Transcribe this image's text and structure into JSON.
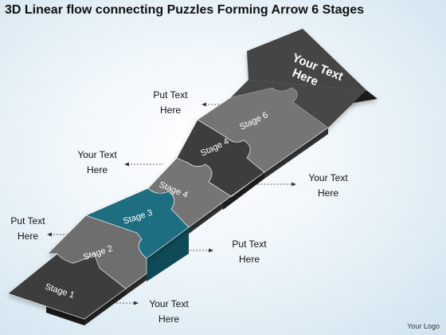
{
  "title": "3D Linear flow connecting Puzzles Forming Arrow 6 Stages",
  "arrow_head": {
    "line1": "Your Text",
    "line2": "Here"
  },
  "stages": [
    {
      "label": "Stage 1",
      "color": "#3d3d3d"
    },
    {
      "label": "Stage 2",
      "color": "#6e6e6e"
    },
    {
      "label": "Stage 3",
      "color": "#1f6e80"
    },
    {
      "label": "Stage 4",
      "color": "#747474"
    },
    {
      "label": "Stage 4",
      "color": "#3d3d3d"
    },
    {
      "label": "Stage 6",
      "color": "#747474"
    }
  ],
  "callouts": [
    {
      "line1": "Your Text",
      "line2": "Here"
    },
    {
      "line1": "Put Text",
      "line2": "Here"
    },
    {
      "line1": "Put Text",
      "line2": "Here"
    },
    {
      "line1": "Your Text",
      "line2": "Here"
    },
    {
      "line1": "Your Text",
      "line2": "Here"
    },
    {
      "line1": "Put Text",
      "line2": "Here"
    }
  ],
  "logo": "Your Logo"
}
